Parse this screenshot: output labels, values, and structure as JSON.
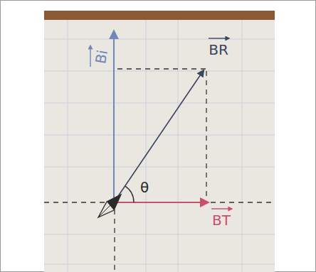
{
  "diagram": {
    "labels": [
      "Bi",
      "BR",
      "θ",
      "BT"
    ]
  }
}
